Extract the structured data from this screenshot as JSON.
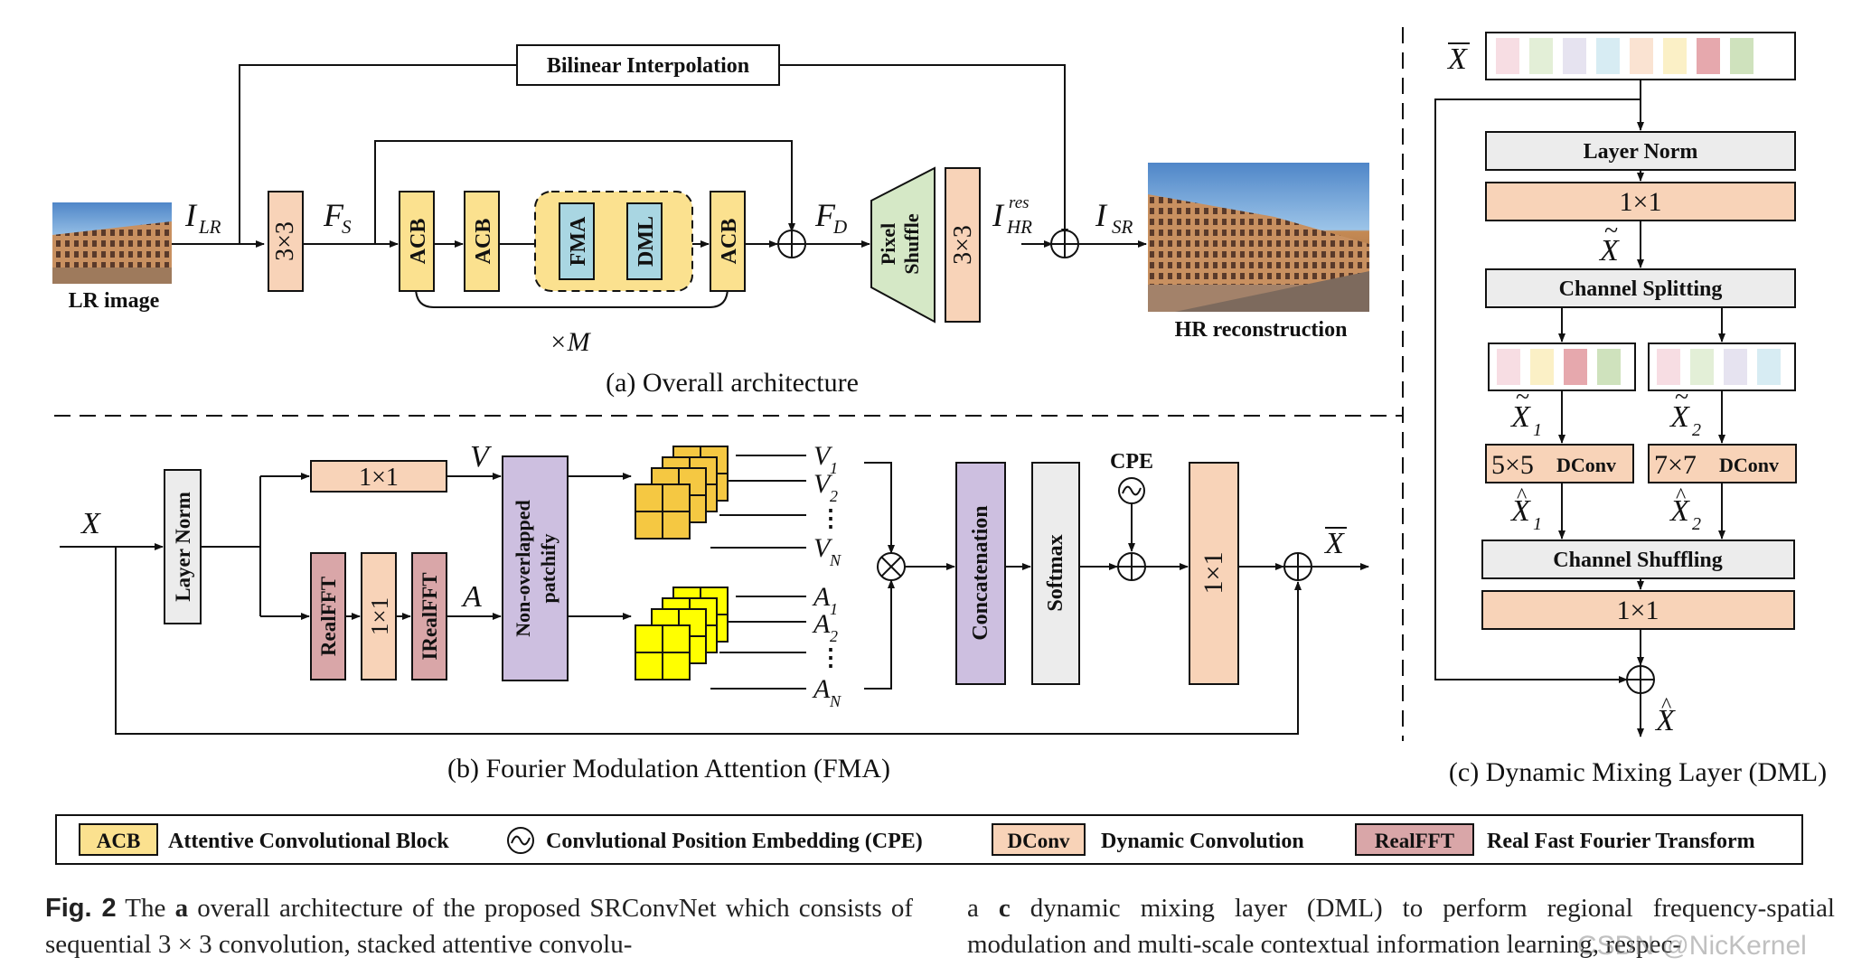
{
  "colors": {
    "acb": "#fbe18f",
    "conv": "#f8d3b8",
    "shuffle": "#d5e8c6",
    "fma_block": "#a9d6e2",
    "purple": "#cdbfe0",
    "realfft": "#d9a6a8",
    "norm": "#ececec",
    "yellow": "#ffff00",
    "gold": "#f5c842"
  },
  "panel_a": {
    "bilinear": "Bilinear Interpolation",
    "lr_image": "LR image",
    "hr_reconstruction": "HR reconstruction",
    "ilr_main": "I",
    "ilr_sub": "LR",
    "fs_main": "F",
    "fs_sub": "S",
    "fd_main": "F",
    "fd_sub": "D",
    "ihr_main": "I",
    "ihr_sub": "HR",
    "ihr_sup": "res",
    "isr_main": "I",
    "isr_sub": "SR",
    "conv3": "3×3",
    "acb": "ACB",
    "fma": "FMA",
    "dml": "DML",
    "pixel": "Pixel",
    "shuffle": "Shuffle",
    "times_m": "×M",
    "caption": "(a) Overall architecture"
  },
  "panel_b": {
    "x": "X",
    "layer_norm": "Layer Norm",
    "conv1": "1×1",
    "v": "V",
    "a": "A",
    "realfft": "RealFFT",
    "irealfft": "IRealFFT",
    "patchify1": "Non-overlapped",
    "patchify2": "patchify",
    "v1": "V",
    "v1_sub": "1",
    "v2": "V",
    "v2_sub": "2",
    "vn": "V",
    "vn_sub": "N",
    "a1": "A",
    "a1_sub": "1",
    "a2": "A",
    "a2_sub": "2",
    "an": "A",
    "an_sub": "N",
    "dots": "⋮",
    "concatenation": "Concatenation",
    "softmax": "Softmax",
    "cpe": "CPE",
    "xbar": "X",
    "caption": "(b) Fourier Modulation Attention (FMA)"
  },
  "panel_c": {
    "xbar": "X",
    "layer_norm": "Layer Norm",
    "conv1": "1×1",
    "xtilde": "X",
    "channel_splitting": "Channel Splitting",
    "xt1": "X",
    "xt1_sub": "1",
    "xt2": "X",
    "xt2_sub": "2",
    "dconv5": "5×5",
    "dconv7": "7×7",
    "dconv": "DConv",
    "xh1": "X",
    "xh1_sub": "1",
    "xh2": "X",
    "xh2_sub": "2",
    "channel_shuffling": "Channel Shuffling",
    "xhat": "X",
    "caption": "(c) Dynamic Mixing Layer (DML)"
  },
  "legend": {
    "acb_key": "ACB",
    "acb_desc": "Attentive Convolutional Block",
    "cpe_desc": "Convlutional Position Embedding (CPE)",
    "dconv_key": "DConv",
    "dconv_desc": "Dynamic Convolution",
    "realfft_key": "RealFFT",
    "realfft_desc": "Real Fast Fourier Transform"
  },
  "caption": {
    "fig_label": "Fig. 2",
    "left_text_1": " The ",
    "left_bold_a": "a",
    "left_text_2": " overall architecture of the proposed SRConvNet which consists of sequential 3 × 3 convolution, stacked attentive convolu-",
    "right_text_1": "a ",
    "right_bold_c": "c",
    "right_text_2": " dynamic mixing layer (DML) to perform regional frequency-spatial modulation and multi-scale contextual information learning, respec-"
  },
  "watermark": "CSDN @NicKernel"
}
